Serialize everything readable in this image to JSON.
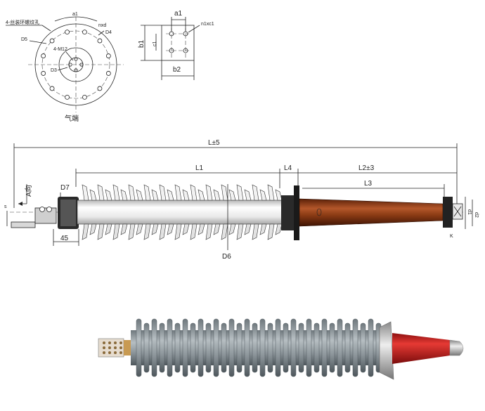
{
  "flange_view": {
    "note": "4-丝装环螺纹孔",
    "a1": "a1",
    "nxd": "nxd",
    "d4": "D4",
    "d5": "D5",
    "bolt": "4-M12",
    "d3": "D3",
    "caption": "气端"
  },
  "terminal_view": {
    "a1": "a1",
    "n1xc1": "n1xc1",
    "b1": "b1",
    "c1": "c1",
    "b2": "b2"
  },
  "side_view": {
    "L5": "L±5",
    "L1": "L1",
    "L4": "L4",
    "L2": "L2±3",
    "L3": "L3",
    "D7": "D7",
    "A_dir": "A向",
    "s": "s",
    "d45": "45",
    "D6": "D6",
    "K": "K",
    "d1": "d1",
    "d2": "d2"
  },
  "colors": {
    "line": "#222222",
    "porcelain": "#e8e8e8",
    "brown_cone": "#8a3a14",
    "flange": "#2a2a2a",
    "photo_sheds": "#8a9398",
    "photo_red": "#c8201e"
  }
}
